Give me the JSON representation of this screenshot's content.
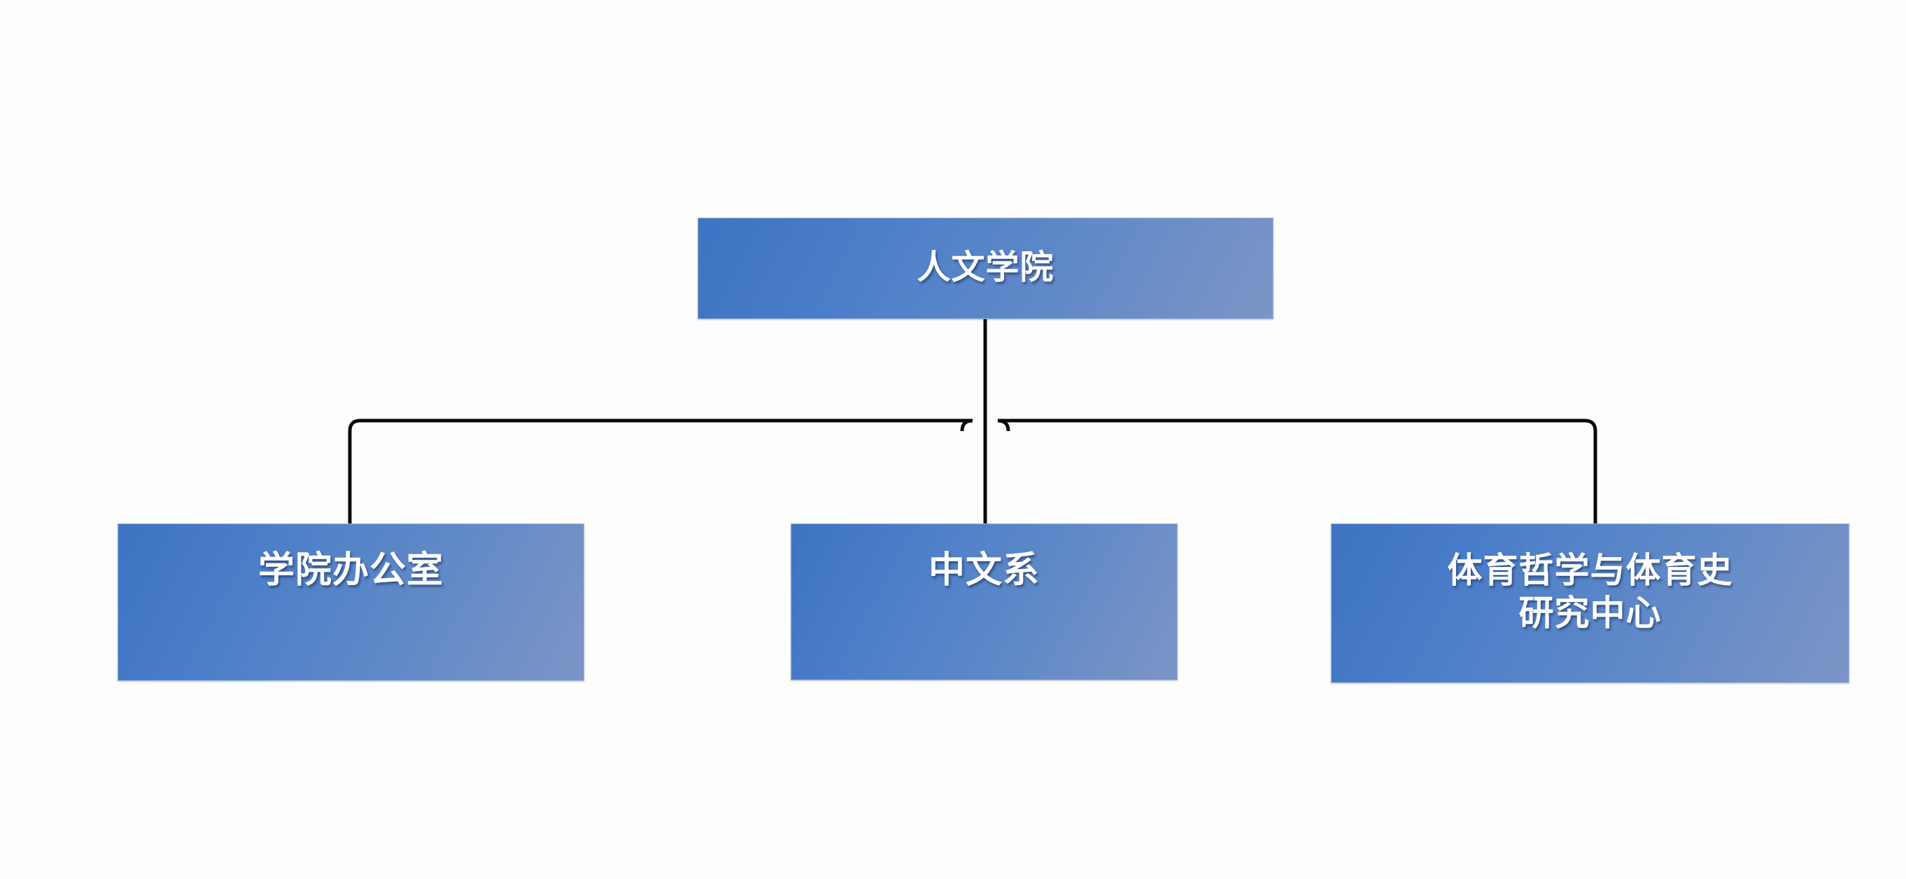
{
  "diagram": {
    "type": "organization-chart",
    "title_text": "人文学院",
    "background_color": "#fdfdfb",
    "node_fill_dark": "#3d73c2",
    "node_fill_light": "#7c95c7",
    "node_border_color": "#9db6dd",
    "node_text_color": "#ffffff",
    "connector_color": "#0a0a0a",
    "root": {
      "label": "人文学院"
    },
    "children": [
      {
        "label": "学院办公室"
      },
      {
        "label": "中文系"
      },
      {
        "label": "体育哲学与体育史\n研究中心"
      }
    ]
  }
}
